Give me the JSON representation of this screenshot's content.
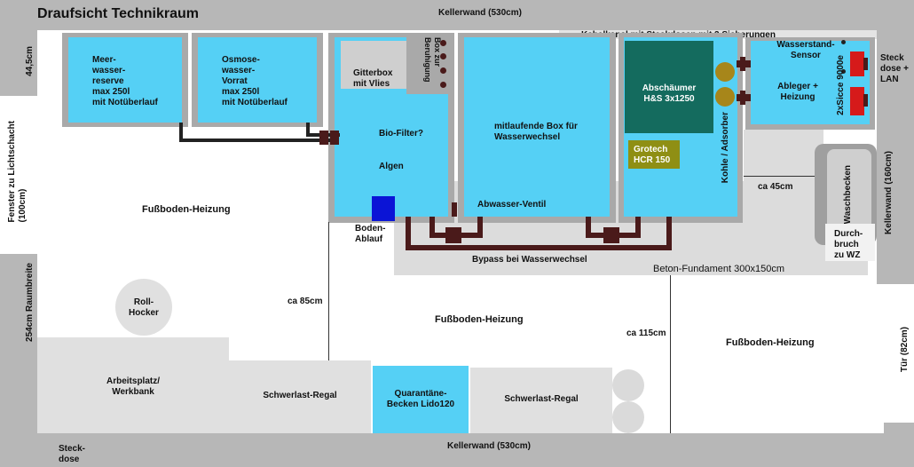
{
  "title": "Draufsicht Technikraum",
  "walls": {
    "top": "Kellerwand (530cm)",
    "bottom": "Kellerwand (530cm)",
    "right": "Kellerwand (160cm)",
    "left_top": "44,5cm",
    "left_window": "Fenster zu Lichtschacht\n(100cm)",
    "left_room": "254cm Raumbreite",
    "right_door": "Tür (82cm)",
    "right_socket": "Steck\ndose +\nLAN",
    "bottom_socket": "Steck-\ndose",
    "cable_channel": "Kabelkanal mit Steckdosen mit 3 Sicherungen"
  },
  "tanks": {
    "seawater": "Meer-\nwasser-\nreserve\nmax 250l\nmit Notüberlauf",
    "osmosis": "Osmose-\nwasser-\nVorrat\nmax 250l\nmit Notüberlauf",
    "gitterbox": "Gitterbox\nmit Vlies",
    "box_beruhigung": "Box zur\nBeruhigung",
    "biofilter": "Bio-Filter?",
    "algen": "Algen",
    "mitlaufende_box": "mitlaufende Box für\nWasserwechsel",
    "abwasser": "Abwasser-Ventil",
    "abschaeumer": "Abschäumer\nH&S 3x1250",
    "grotech": "Grotech\nHCR 150",
    "kohle": "Kohle / Adsorber",
    "sensor": "Wasserstand-\nSensor",
    "ableger": "Ableger +\nHeizung",
    "sicce": "2xSicce 9000e"
  },
  "floor": {
    "bodenablauf": "Boden-\nAblauf",
    "bypass": "Bypass bei Wasserwechsel",
    "fundament": "Beton-Fundament 300x150cm",
    "heizung_left": "Fußboden-Heizung",
    "heizung_mid": "Fußboden-Heizung",
    "heizung_right": "Fußboden-Heizung",
    "waschbecken": "Waschbecken",
    "durchbruch": "Durch-\nbruch\nzu WZ",
    "ca45": "ca 45cm",
    "ca85": "ca 85cm",
    "ca115": "ca 115cm",
    "rollhocker": "Roll-\nHocker",
    "arbeitsplatz": "Arbeitsplatz/\nWerkbank",
    "regal1": "Schwerlast-Regal",
    "quarantaene": "Quarantäne-\nBecken Lido120",
    "regal2": "Schwerlast-Regal"
  },
  "colors": {
    "water": "#55d0f5",
    "wall": "#b7b7b7",
    "pipe_black": "#222222",
    "pipe_red": "#4a1a1a",
    "abschaeumer": "#146b5e",
    "grotech": "#8f8f14",
    "kohle_balls": "#a7861a",
    "ablauf": "#0b14d6",
    "pump": "#d61a1a"
  }
}
